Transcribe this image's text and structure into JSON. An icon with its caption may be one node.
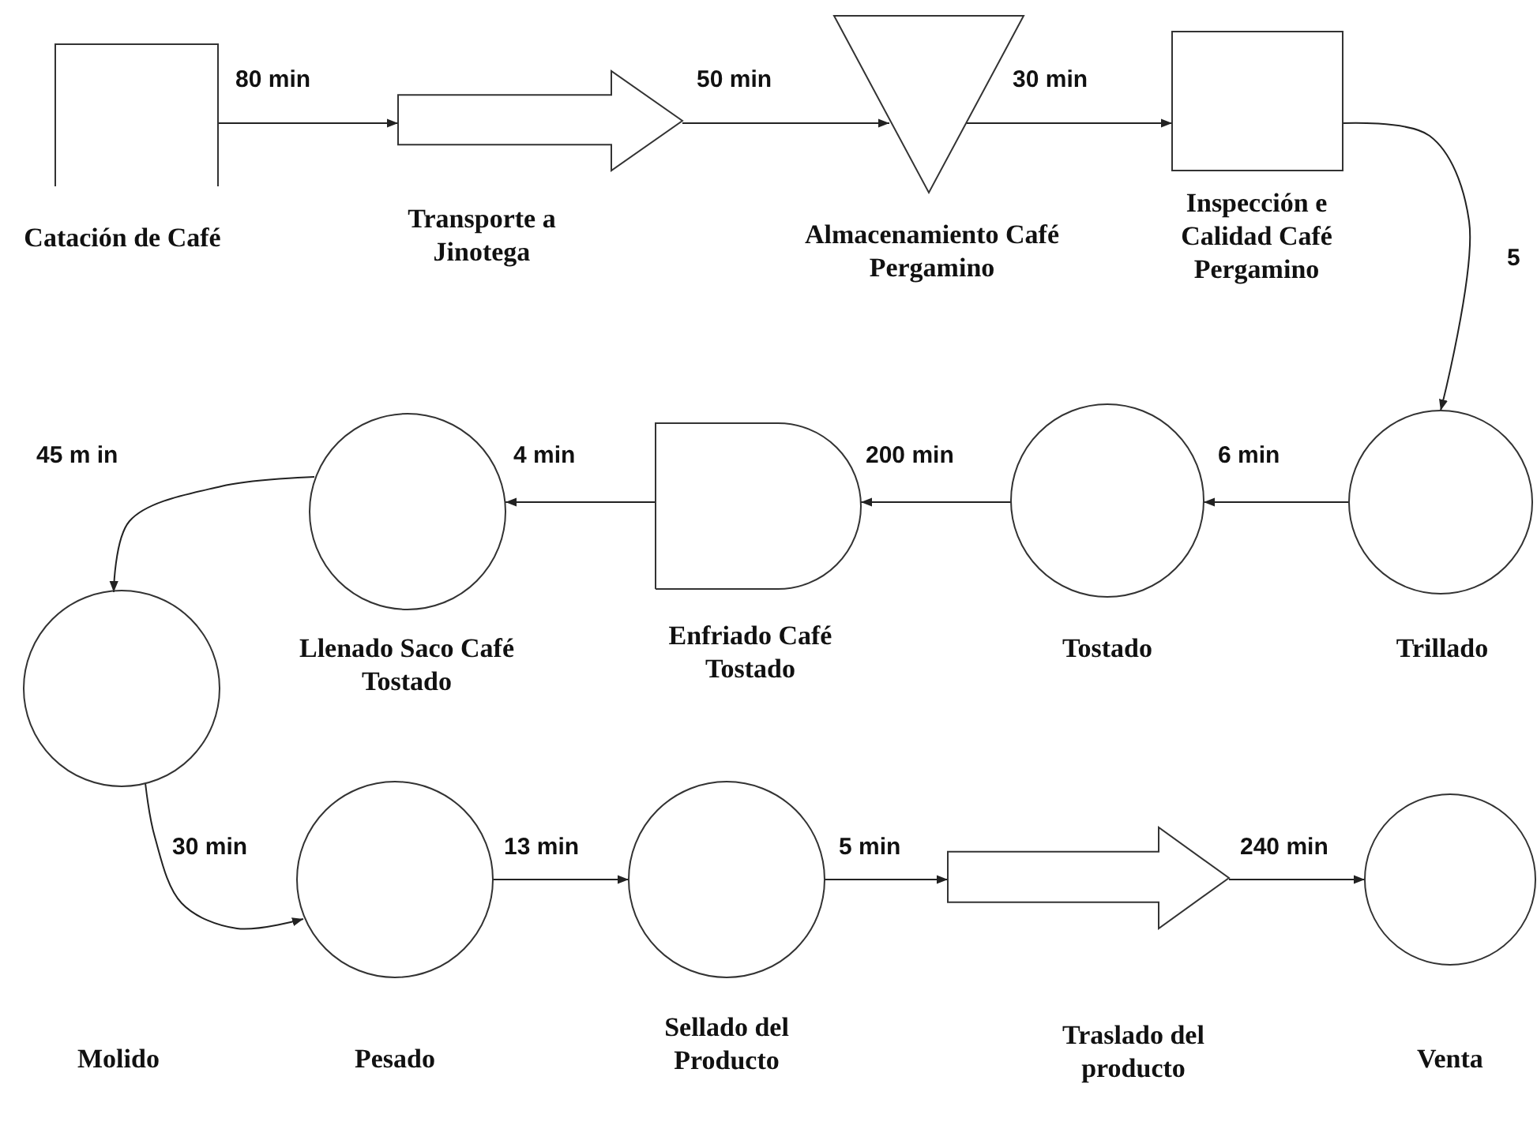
{
  "diagram": {
    "nodes": [
      {
        "text": [
          "Catación de Café"
        ]
      },
      {
        "text": [
          "Transporte a Jinotega"
        ]
      },
      {
        "text": [
          "Almacenamiento Café Pergamino"
        ]
      },
      {
        "text": [
          "Inspección e Calidad Café Pergamino"
        ]
      },
      {
        "text": [
          "Trillado"
        ]
      },
      {
        "text": [
          "Tostado"
        ]
      },
      {
        "text": [
          "Enfriado Café Tostado"
        ]
      },
      {
        "text": [
          "Llenado Saco Café Tostado"
        ]
      },
      {
        "text": [
          "Molido"
        ]
      },
      {
        "text": [
          "Pesado"
        ]
      },
      {
        "text": [
          "Sellado del Producto"
        ]
      },
      {
        "text": [
          "Traslado del producto"
        ]
      },
      {
        "text": [
          "Venta"
        ]
      }
    ],
    "edges": [
      {
        "from": 0,
        "to": 1,
        "arrow": "to",
        "label": "80 min"
      },
      {
        "from": 1,
        "to": 2,
        "arrow": "to",
        "label": "50 min"
      },
      {
        "from": 2,
        "to": 3,
        "arrow": "to",
        "label": "30 min"
      },
      {
        "from": 3,
        "to": 4,
        "arrow": "to",
        "label": "5"
      },
      {
        "from": 4,
        "to": 5,
        "arrow": "to",
        "label": "6 min"
      },
      {
        "from": 5,
        "to": 6,
        "arrow": "to",
        "label": "200 min"
      },
      {
        "from": 6,
        "to": 7,
        "arrow": "to",
        "label": "4 min"
      },
      {
        "from": 7,
        "to": 8,
        "arrow": "to",
        "label": "45 m in"
      },
      {
        "from": 8,
        "to": 9,
        "arrow": "to",
        "label": "30 min"
      },
      {
        "from": 9,
        "to": 10,
        "arrow": "to",
        "label": "13 min"
      },
      {
        "from": 10,
        "to": 11,
        "arrow": "to",
        "label": "5 min"
      },
      {
        "from": 11,
        "to": 12,
        "arrow": "to",
        "label": "240 min"
      }
    ]
  }
}
